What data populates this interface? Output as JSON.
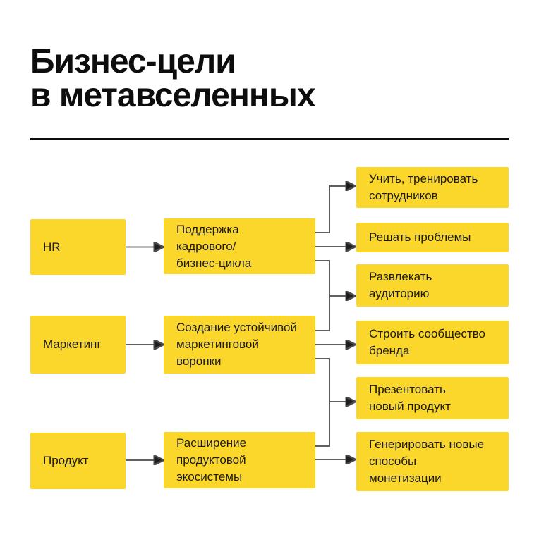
{
  "header": {
    "title": "Бизнес-цели\nв метавселенных"
  },
  "colors": {
    "background": "#FFFFFF",
    "box": "#FCD72B",
    "text": "#1A1A1A",
    "line": "#4A4A4A",
    "arrowhead": "#1F1F1F",
    "divider": "#0D0D0D"
  },
  "diagram": {
    "left_nodes": [
      {
        "id": "hr",
        "label": "HR"
      },
      {
        "id": "marketing",
        "label": "Маркетинг"
      },
      {
        "id": "product",
        "label": "Продукт"
      }
    ],
    "mid_nodes": [
      {
        "id": "hr-goal",
        "label": "Поддержка\nкадрового/\nбизнес-цикла"
      },
      {
        "id": "marketing-goal",
        "label": "Создание устойчивой\nмаркетинговой\nворонки"
      },
      {
        "id": "product-goal",
        "label": "Расширение\nпродуктовой\nэкосистемы"
      }
    ],
    "right_nodes": [
      {
        "id": "teach",
        "label": "Учить, тренировать\nсотрудников"
      },
      {
        "id": "solve",
        "label": "Решать проблемы"
      },
      {
        "id": "entertain",
        "label": "Развлекать\nаудиторию"
      },
      {
        "id": "community",
        "label": "Строить сообщество\nбренда"
      },
      {
        "id": "present",
        "label": "Презентовать\nновый продукт"
      },
      {
        "id": "monetize",
        "label": "Генерировать новые\nспособы\nмонетизации"
      }
    ],
    "edges": [
      {
        "from": "hr",
        "to": "hr-goal"
      },
      {
        "from": "marketing",
        "to": "marketing-goal"
      },
      {
        "from": "product",
        "to": "product-goal"
      },
      {
        "from": "hr-goal",
        "to": "teach"
      },
      {
        "from": "hr-goal",
        "to": "solve"
      },
      {
        "from": "hr-goal",
        "to": "entertain"
      },
      {
        "from": "marketing-goal",
        "to": "entertain"
      },
      {
        "from": "marketing-goal",
        "to": "community"
      },
      {
        "from": "marketing-goal",
        "to": "present"
      },
      {
        "from": "product-goal",
        "to": "present"
      },
      {
        "from": "product-goal",
        "to": "monetize"
      }
    ]
  }
}
